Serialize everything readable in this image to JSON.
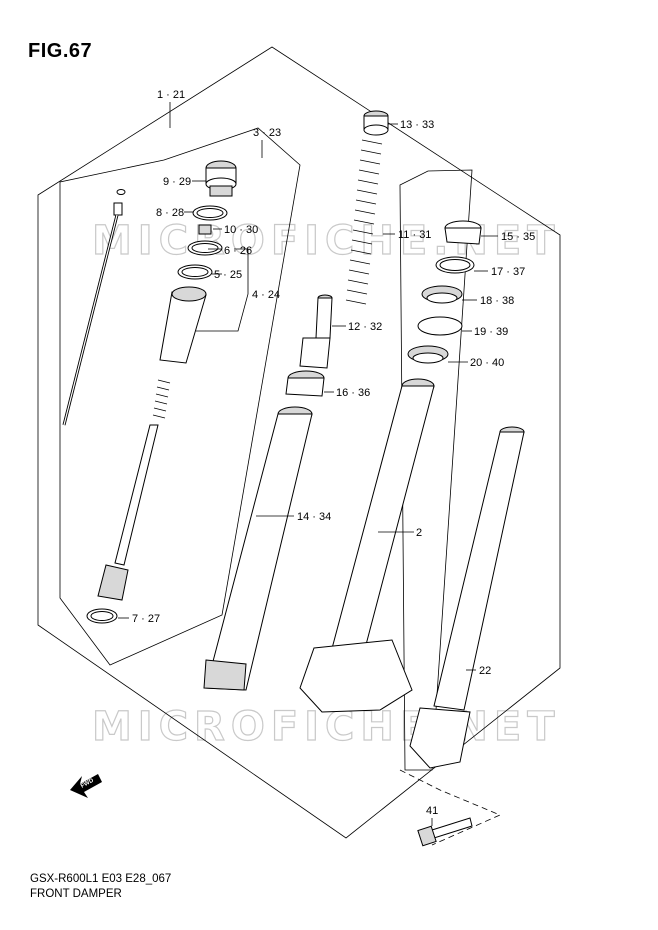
{
  "figure": {
    "title": "FIG.67",
    "model_code": "GSX-R600L1 E03 E28_067",
    "caption": "FRONT DAMPER"
  },
  "watermark": {
    "text": "MICROFICHE.NET"
  },
  "fwd_arrow": {
    "text": "FWD"
  },
  "callouts": [
    {
      "id": "c1",
      "text": "1 · 21"
    },
    {
      "id": "c3",
      "text": "3 · 23"
    },
    {
      "id": "c9",
      "text": "9 · 29"
    },
    {
      "id": "c8",
      "text": "8 · 28"
    },
    {
      "id": "c10",
      "text": "10 · 30"
    },
    {
      "id": "c6",
      "text": "6 · 26"
    },
    {
      "id": "c5",
      "text": "5 · 25"
    },
    {
      "id": "c4",
      "text": "4 · 24"
    },
    {
      "id": "c7",
      "text": "7 · 27"
    },
    {
      "id": "c13",
      "text": "13 · 33"
    },
    {
      "id": "c11",
      "text": "11 · 31"
    },
    {
      "id": "c12",
      "text": "12 · 32"
    },
    {
      "id": "c16",
      "text": "16 · 36"
    },
    {
      "id": "c14",
      "text": "14 · 34"
    },
    {
      "id": "c2",
      "text": "2"
    },
    {
      "id": "c15",
      "text": "15 · 35"
    },
    {
      "id": "c17",
      "text": "17 · 37"
    },
    {
      "id": "c18",
      "text": "18 · 38"
    },
    {
      "id": "c19",
      "text": "19 · 39"
    },
    {
      "id": "c20",
      "text": "20 · 40"
    },
    {
      "id": "c22",
      "text": "22"
    },
    {
      "id": "c41",
      "text": "41"
    }
  ]
}
